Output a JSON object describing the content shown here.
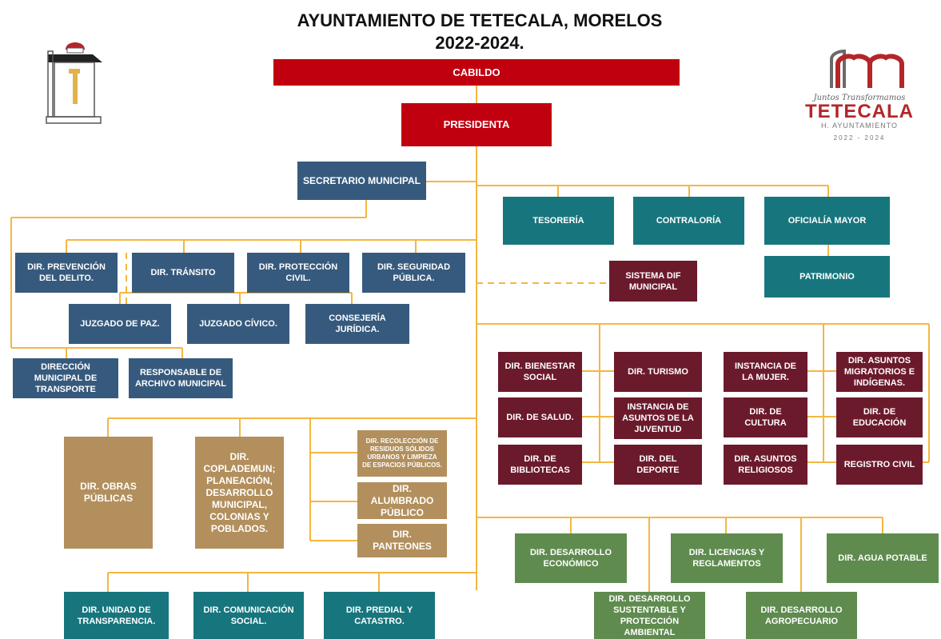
{
  "header": {
    "title_line1": "AYUNTAMIENTO DE TETECALA, MORELOS",
    "title_line2": "2022-2024."
  },
  "logo_right": {
    "tagline": "Juntos Transformamos",
    "name": "TETECALA",
    "subtitle": "H. AYUNTAMIENTO",
    "years": "2022 - 2024"
  },
  "colors": {
    "cabildo": "#c0000f",
    "seguridad": "#365a7d",
    "finanzas": "#17767d",
    "social": "#6b1a2c",
    "obras": "#b28f5c",
    "desarrollo": "#5f8b4f",
    "connector": "#f5b642"
  },
  "boxes": {
    "cabildo": "CABILDO",
    "presidenta": "PRESIDENTA",
    "secretario": "SECRETARIO MUNICIPAL",
    "tesoreria": "TESORERÍA",
    "contraloria": "CONTRALORÍA",
    "oficialia": "OFICIALÍA MAYOR",
    "patrimonio": "PATRIMONIO",
    "dif": "SISTEMA DIF MUNICIPAL",
    "prevencion": "DIR. PREVENCIÓN DEL DELITO.",
    "transito": "DIR. TRÁNSITO",
    "proteccion": "DIR.  PROTECCIÓN CIVIL.",
    "seguridad": "DIR. SEGURIDAD PÚBLICA.",
    "juzgado_paz": "JUZGADO DE PAZ.",
    "juzgado_civico": "JUZGADO CÍVICO.",
    "consejeria": "CONSEJERÍA JURÍDICA.",
    "transporte": "DIRECCIÓN MUNICIPAL DE TRANSPORTE",
    "archivo": "RESPONSABLE DE ARCHIVO MUNICIPAL",
    "bienestar": "DIR.  BIENESTAR SOCIAL",
    "turismo": "DIR.  TURISMO",
    "mujer": "INSTANCIA DE LA MUJER.",
    "migratorios": "DIR. ASUNTOS MIGRATORIOS E INDÍGENAS.",
    "salud": "DIR. DE SALUD.",
    "juventud": "INSTANCIA DE ASUNTOS DE LA JUVENTUD",
    "cultura": "DIR. DE CULTURA",
    "educacion": "DIR. DE EDUCACIÓN",
    "bibliotecas": "DIR. DE BIBLIOTECAS",
    "deporte": "DIR. DEL DEPORTE",
    "religiosos": "DIR.  ASUNTOS RELIGIOSOS",
    "registro": "REGISTRO CIVIL",
    "obras": "DIR. OBRAS PÚBLICAS",
    "coplademun": "DIR. COPLADEMUN; PLANEACIÓN, DESARROLLO MUNICIPAL, COLONIAS Y POBLADOS.",
    "recoleccion": "DIR. RECOLECCIÓN DE RESIDUOS SÓLIDOS URBANOS Y LIMPIEZA DE ESPACIOS PÚBLICOS.",
    "alumbrado": "DIR. ALUMBRADO PÚBLICO",
    "panteones": "DIR. PANTEONES",
    "desarrollo_economico": "DIR. DESARROLLO ECONÓMICO",
    "licencias": "DIR. LICENCIAS Y REGLAMENTOS",
    "agua": "DIR. AGUA POTABLE",
    "sustentable": "DIR. DESARROLLO SUSTENTABLE Y PROTECCIÓN AMBIENTAL",
    "agropecuario": "DIR. DESARROLLO AGROPECUARIO",
    "transparencia": "DIR. UNIDAD DE TRANSPARENCIA.",
    "comunicacion": "DIR. COMUNICACIÓN SOCIAL.",
    "predial": "DIR. PREDIAL Y CATASTRO."
  }
}
